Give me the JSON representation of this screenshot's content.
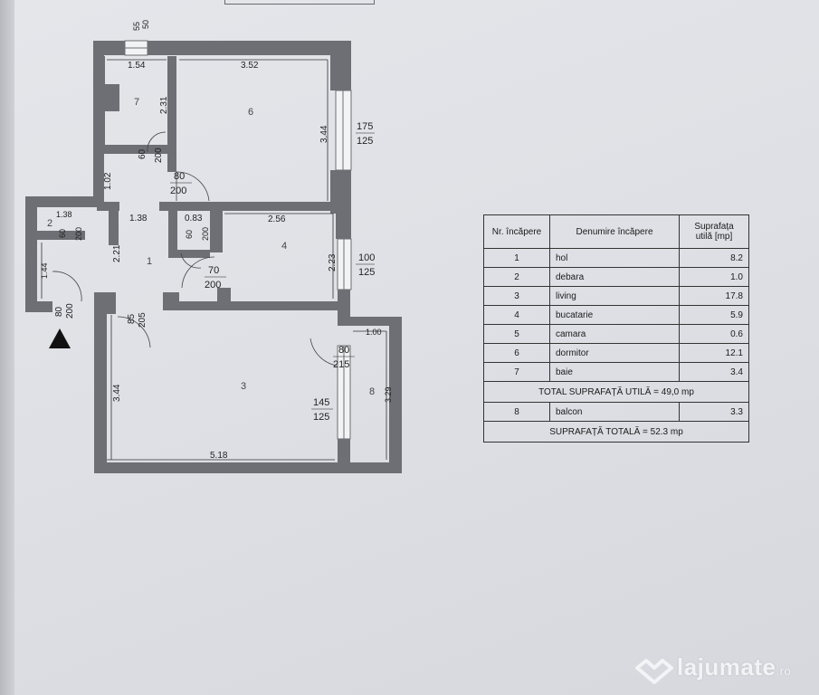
{
  "plan": {
    "dims": {
      "top_55": "55",
      "top_50": "50",
      "d154": "1.54",
      "d352": "3.52",
      "d231a": "2.31",
      "d344a": "3.44",
      "w175": "175",
      "w125a": "125",
      "d60a": "60",
      "d200a": "200",
      "d80a": "80",
      "d200b": "200",
      "d102": "1.02",
      "d138a": "1.38",
      "d138b": "1.38",
      "d083": "0.83",
      "d256": "2.56",
      "d60b": "60",
      "d200c": "200",
      "d60c": "60",
      "d200d": "200",
      "w100": "100",
      "w125b": "125",
      "d221": "2.21",
      "d223": "2.23",
      "d144": "1.44",
      "d70": "70",
      "d200e": "200",
      "d80b": "80",
      "d200f": "200",
      "d85": "85",
      "d205": "205",
      "d100": "1.00",
      "d80c": "80",
      "d215": "215",
      "d344b": "3.44",
      "d329": "3.29",
      "w145": "145",
      "w125c": "125",
      "d518": "5.18"
    },
    "rooms": {
      "r1": "1",
      "r2": "2",
      "r3": "3",
      "r4": "4",
      "r6": "6",
      "r7": "7",
      "r8": "8"
    }
  },
  "table": {
    "header": {
      "nr": "Nr. încăpere",
      "name": "Denumire încăpere",
      "area": "Suprafața utilă [mp]"
    },
    "rows": [
      {
        "nr": "1",
        "name": "hol",
        "area": "8.2"
      },
      {
        "nr": "2",
        "name": "debara",
        "area": "1.0"
      },
      {
        "nr": "3",
        "name": "living",
        "area": "17.8"
      },
      {
        "nr": "4",
        "name": "bucatarie",
        "area": "5.9"
      },
      {
        "nr": "5",
        "name": "camara",
        "area": "0.6"
      },
      {
        "nr": "6",
        "name": "dormitor",
        "area": "12.1"
      },
      {
        "nr": "7",
        "name": "baie",
        "area": "3.4"
      }
    ],
    "total_util": "TOTAL SUPRAFAȚĂ UTILĂ = 49,0 mp",
    "balcony": {
      "nr": "8",
      "name": "balcon",
      "area": "3.3"
    },
    "total": "SUPRAFAȚĂ TOTALĂ = 52.3 mp"
  },
  "watermark": {
    "brand": "lajumate",
    "tld": ".ro"
  }
}
